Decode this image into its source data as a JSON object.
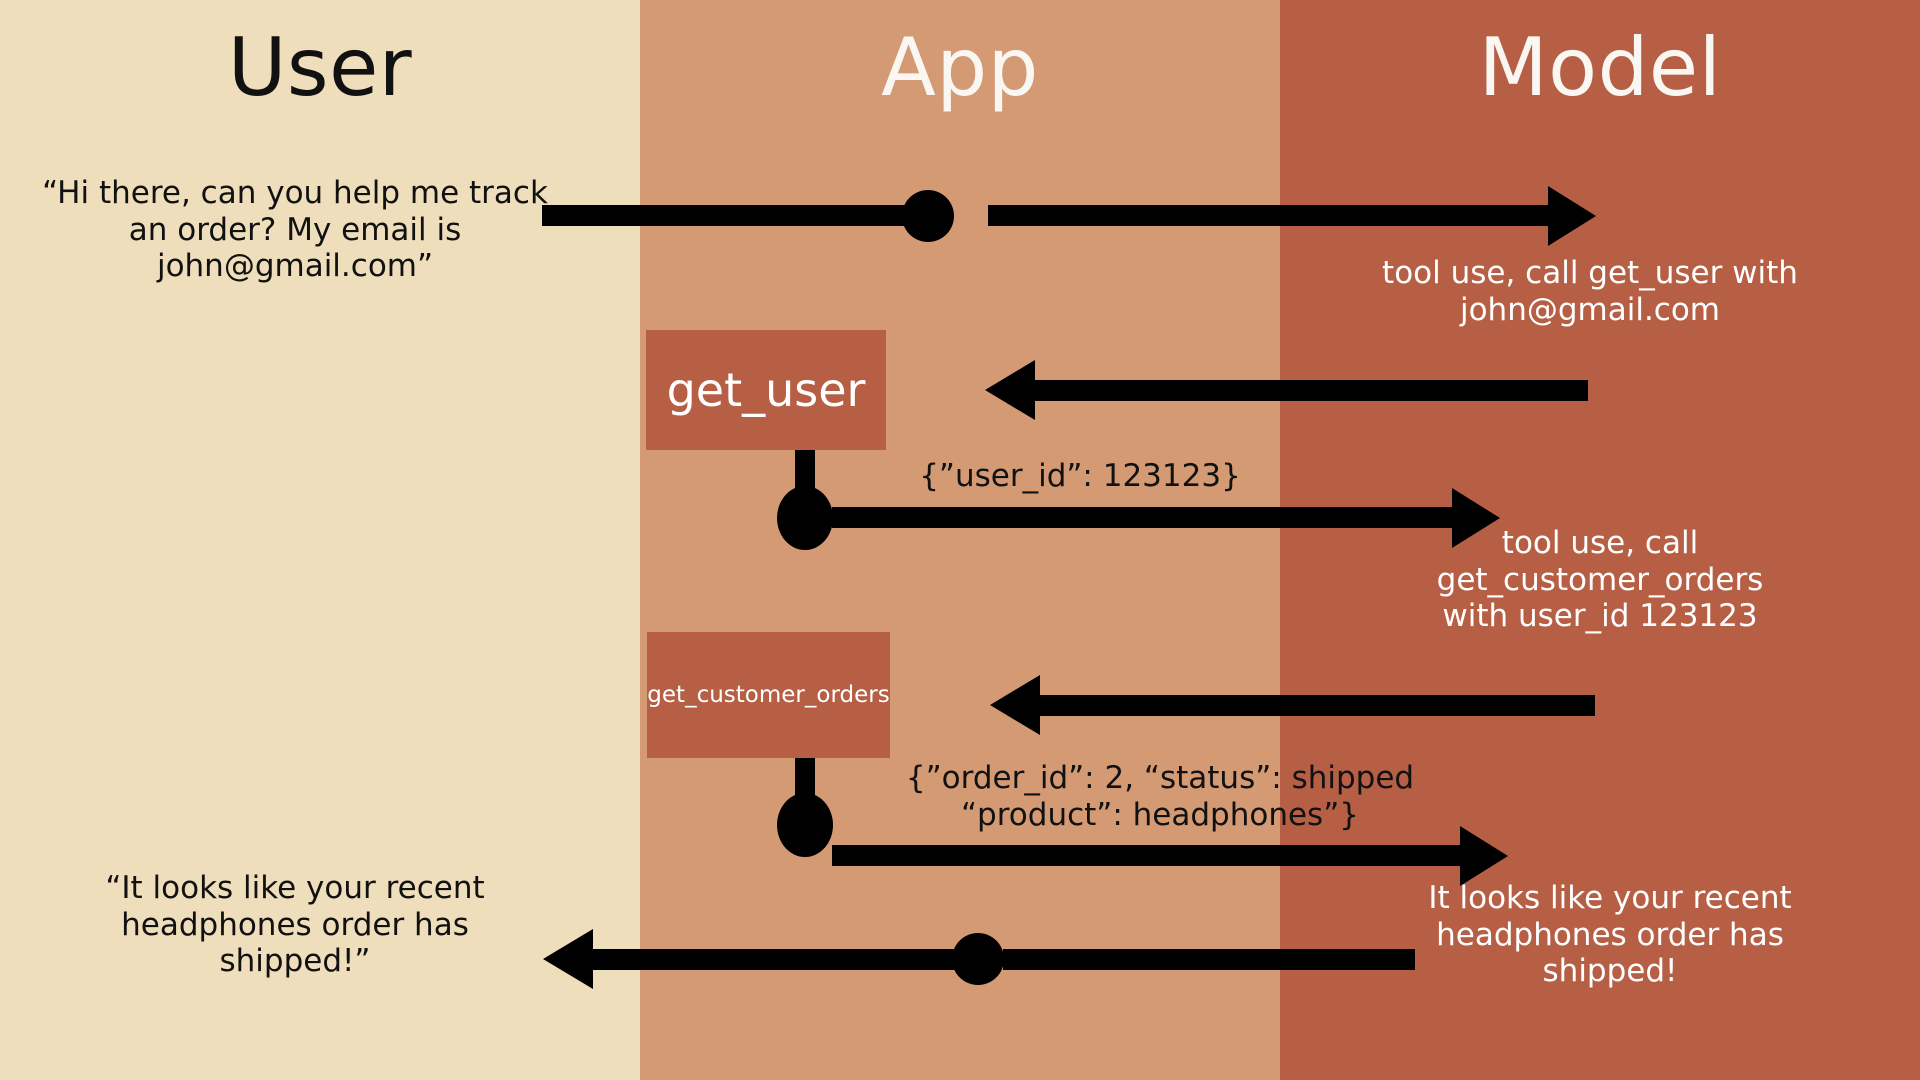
{
  "diagram": {
    "title_user": "User",
    "title_app": "App",
    "title_model": "Model"
  },
  "colors": {
    "user_lane": "#EFDEBB",
    "app_lane": "#D39A74",
    "model_lane": "#B65F45",
    "tool_box": "#B65F45",
    "wire": "#000000",
    "text_dark": "#111111",
    "text_light": "#FFFFFF"
  },
  "messages": {
    "user_request": "“Hi there, can you help me track an order? My email is john@gmail.com”",
    "model_tool_call_1": "tool use, call get_user with john@gmail.com",
    "tool_result_1": "{”user_id”: 123123}",
    "model_tool_call_2": "tool use, call get_customer_orders with user_id 123123",
    "tool_result_2": "{”order_id”: 2, “status”: shipped “product”: headphones”}",
    "model_final": "It looks like your recent headphones order has shipped!",
    "user_final": "“It looks like your recent headphones order has shipped!”"
  },
  "tools": [
    {
      "name": "get_user"
    },
    {
      "name": "get_customer_orders"
    }
  ]
}
